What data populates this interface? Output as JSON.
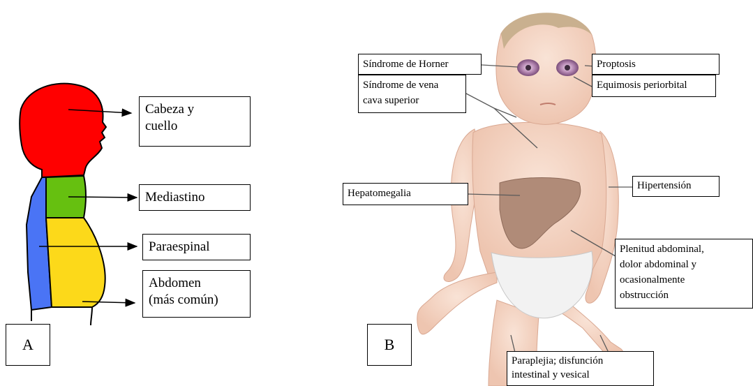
{
  "panel_a": {
    "letter": "A",
    "labels": {
      "head_neck": "Cabeza y\ncuello",
      "mediastinum": "Mediastino",
      "paraspinal": "Paraespinal",
      "abdomen": "Abdomen\n(más común)"
    },
    "colors": {
      "head_neck": "#ff0000",
      "mediastinum": "#66c010",
      "paraspinal": "#4a74f5",
      "abdomen": "#fcd91a"
    }
  },
  "panel_b": {
    "letter": "B",
    "labels": {
      "horner": "Síndrome de Horner",
      "svc": "Síndrome de vena\ncava superior",
      "proptosis": "Proptosis",
      "ecchymosis": "Equimosis periorbital",
      "hepatomegaly": "Hepatomegalia",
      "hypertension": "Hipertensión",
      "abdominal": "Plenitud abdominal,\ndolor abdominal y\nocasionalmente\nobstrucción",
      "paraplegia": "Paraplejia; disfunción\nintestinal y vesical"
    }
  }
}
